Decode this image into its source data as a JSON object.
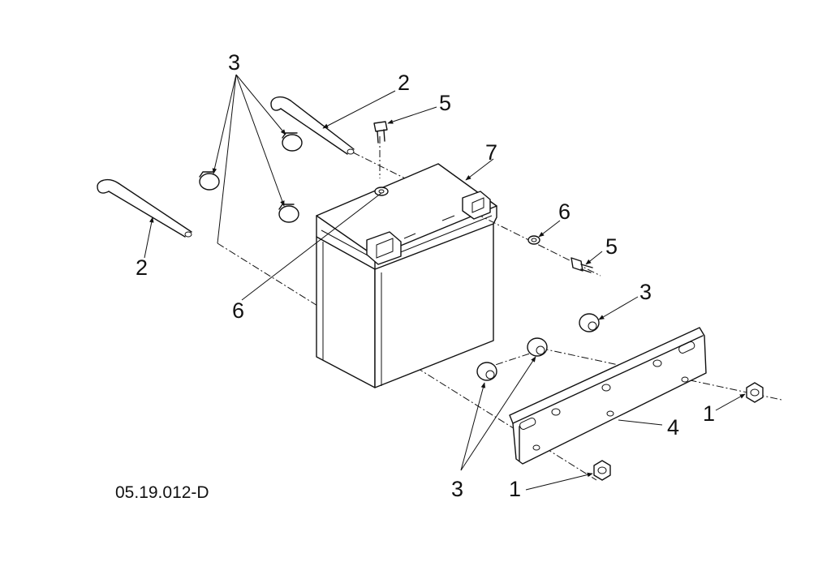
{
  "callouts": {
    "c1a": "1",
    "c1b": "1",
    "c2a": "2",
    "c2b": "2",
    "c3a": "3",
    "c3b": "3",
    "c3c": "3",
    "c4": "4",
    "c5a": "5",
    "c5b": "5",
    "c6a": "6",
    "c6b": "6",
    "c7": "7"
  },
  "drawing_code": "05.19.012-D"
}
